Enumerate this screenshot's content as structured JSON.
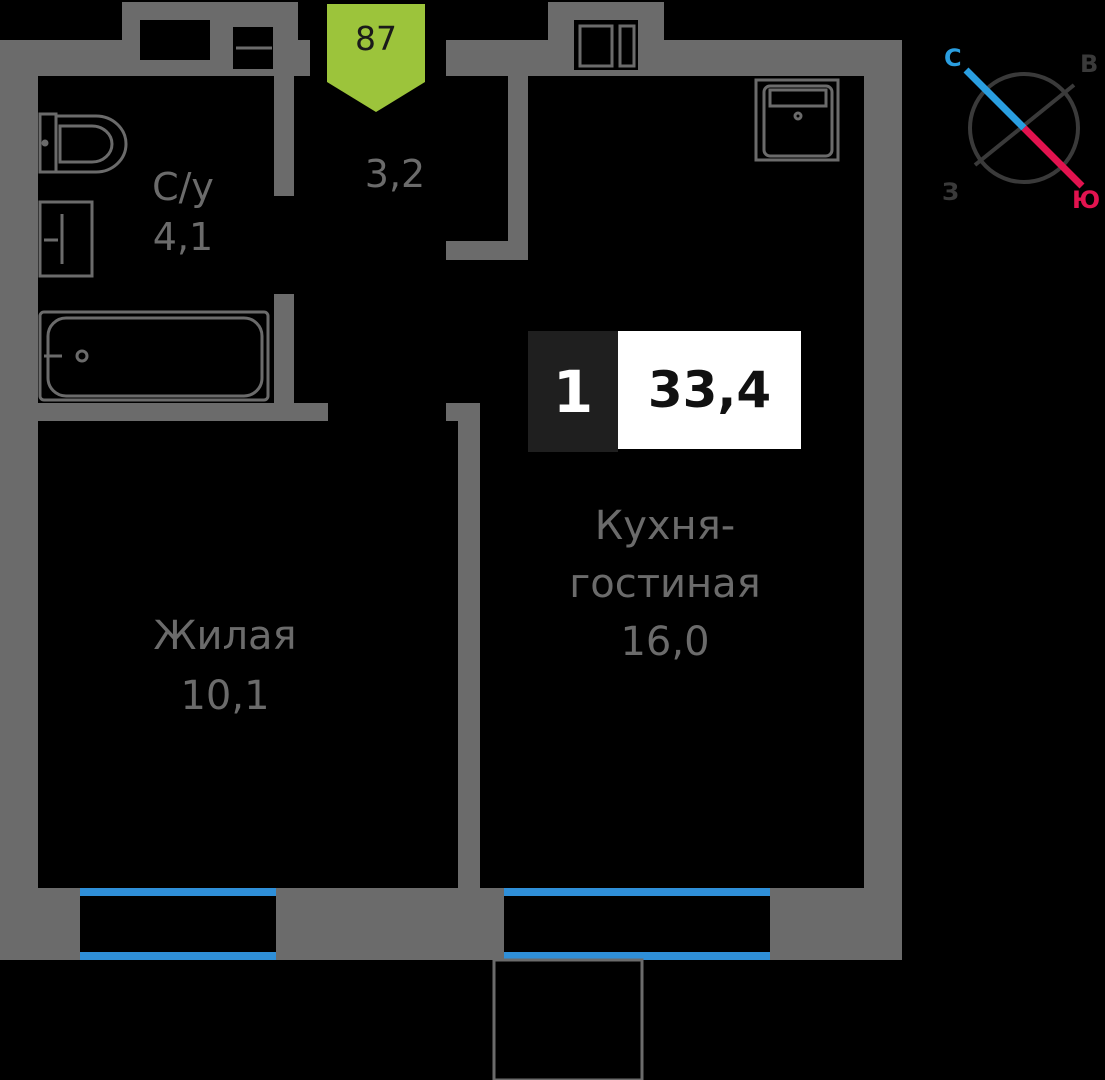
{
  "apartment": {
    "number": "87",
    "rooms": "1",
    "total_area": "33,4"
  },
  "rooms": {
    "bathroom": {
      "name": "С/у",
      "area": "4,1"
    },
    "hall": {
      "area": "3,2"
    },
    "bedroom": {
      "name": "Жилая",
      "area": "10,1"
    },
    "kitchen_living": {
      "name_line1": "Кухня-",
      "name_line2": "гостиная",
      "area": "16,0"
    }
  },
  "compass": {
    "north": "С",
    "east": "В",
    "south": "Ю",
    "west": "З"
  },
  "colors": {
    "background": "#000000",
    "wall": "#6b6b6b",
    "window": "#2f8fd8",
    "badge": "#9cc43b",
    "compass_north": "#2a9ee0",
    "compass_south": "#e2134f",
    "text": "#6b6b6b"
  }
}
